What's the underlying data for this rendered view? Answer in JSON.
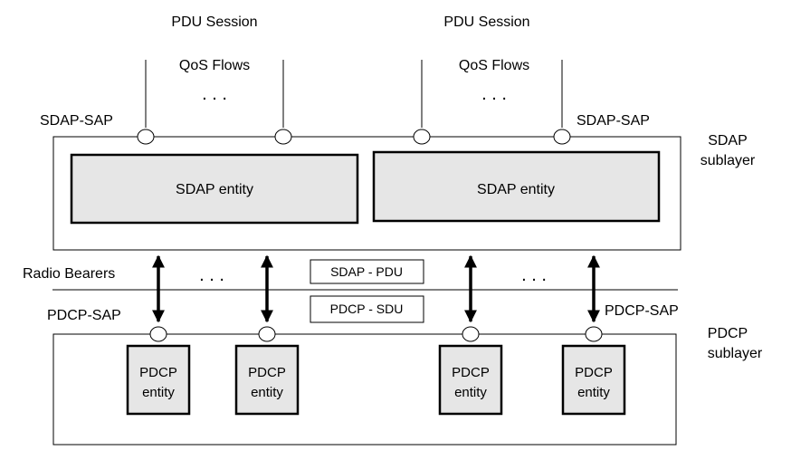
{
  "labels": {
    "pdu_session_left": "PDU Session",
    "pdu_session_right": "PDU Session",
    "qos_flows_left": "QoS Flows",
    "qos_flows_right": "QoS Flows",
    "ellipsis": ". . .",
    "sdap_sap_left": "SDAP-SAP",
    "sdap_sap_right": "SDAP-SAP",
    "sdap_sublayer_line1": "SDAP",
    "sdap_sublayer_line2": "sublayer",
    "sdap_entity": "SDAP entity",
    "radio_bearers": "Radio Bearers",
    "sdap_pdu": "SDAP - PDU",
    "pdcp_sdu": "PDCP - SDU",
    "pdcp_sap_left": "PDCP-SAP",
    "pdcp_sap_right": "PDCP-SAP",
    "pdcp_sublayer_line1": "PDCP",
    "pdcp_sublayer_line2": "sublayer",
    "pdcp_entity_line1": "PDCP",
    "pdcp_entity_line2": "entity"
  },
  "colors": {
    "entity_fill": "#e6e6e6",
    "stroke": "#000000",
    "background": "#ffffff"
  }
}
